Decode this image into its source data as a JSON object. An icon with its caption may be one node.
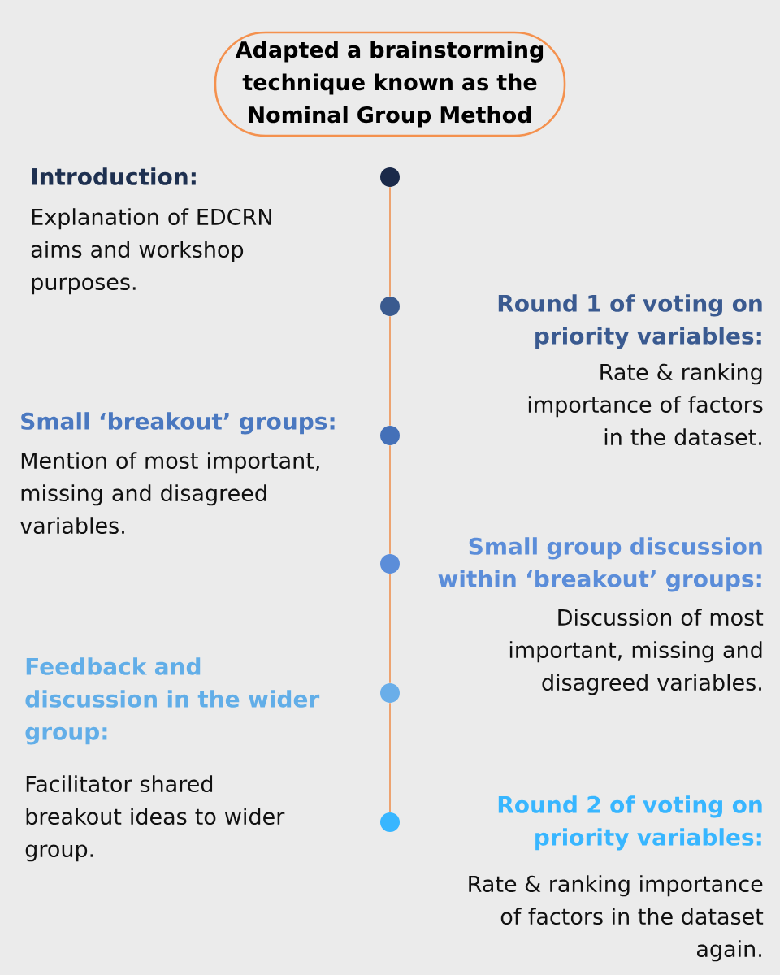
{
  "diagram": {
    "nodes": [
      {
        "text": [
          "Adapted a brainstorming technique known as the Nominal Group Method"
        ]
      },
      {
        "text": [],
        "shape": "circle",
        "beside": [
          "Introduction:",
          "Explanation of EDCRN aims and workshop purposes."
        ]
      },
      {
        "text": [],
        "shape": "circle",
        "beside": [
          "Round 1 of voting on priority variables:",
          "Rate & ranking importance of factors in the dataset."
        ]
      },
      {
        "text": [],
        "shape": "circle",
        "beside": [
          "Small ‘breakout’ groups:",
          "Mention of most important, missing and disagreed variables."
        ]
      },
      {
        "text": [],
        "shape": "circle",
        "beside": [
          "Small group discussion within ‘breakout’ groups:",
          "Discussion of most important, missing and disagreed variables."
        ]
      },
      {
        "text": [],
        "shape": "circle",
        "beside": [
          "Feedback and discussion in the wider group:",
          "Facilitator shared breakout ideas to wider group."
        ]
      },
      {
        "text": [],
        "shape": "circle",
        "beside": [
          "Round 2 of voting on priority variables:",
          "Rate & ranking importance of factors in the dataset again."
        ]
      }
    ],
    "edges": [
      {
        "from": 1,
        "to": 2,
        "arrow": "none"
      },
      {
        "from": 2,
        "to": 3,
        "arrow": "none"
      },
      {
        "from": 3,
        "to": 4,
        "arrow": "none"
      },
      {
        "from": 4,
        "to": 5,
        "arrow": "none"
      },
      {
        "from": 5,
        "to": 6,
        "arrow": "none"
      }
    ]
  }
}
